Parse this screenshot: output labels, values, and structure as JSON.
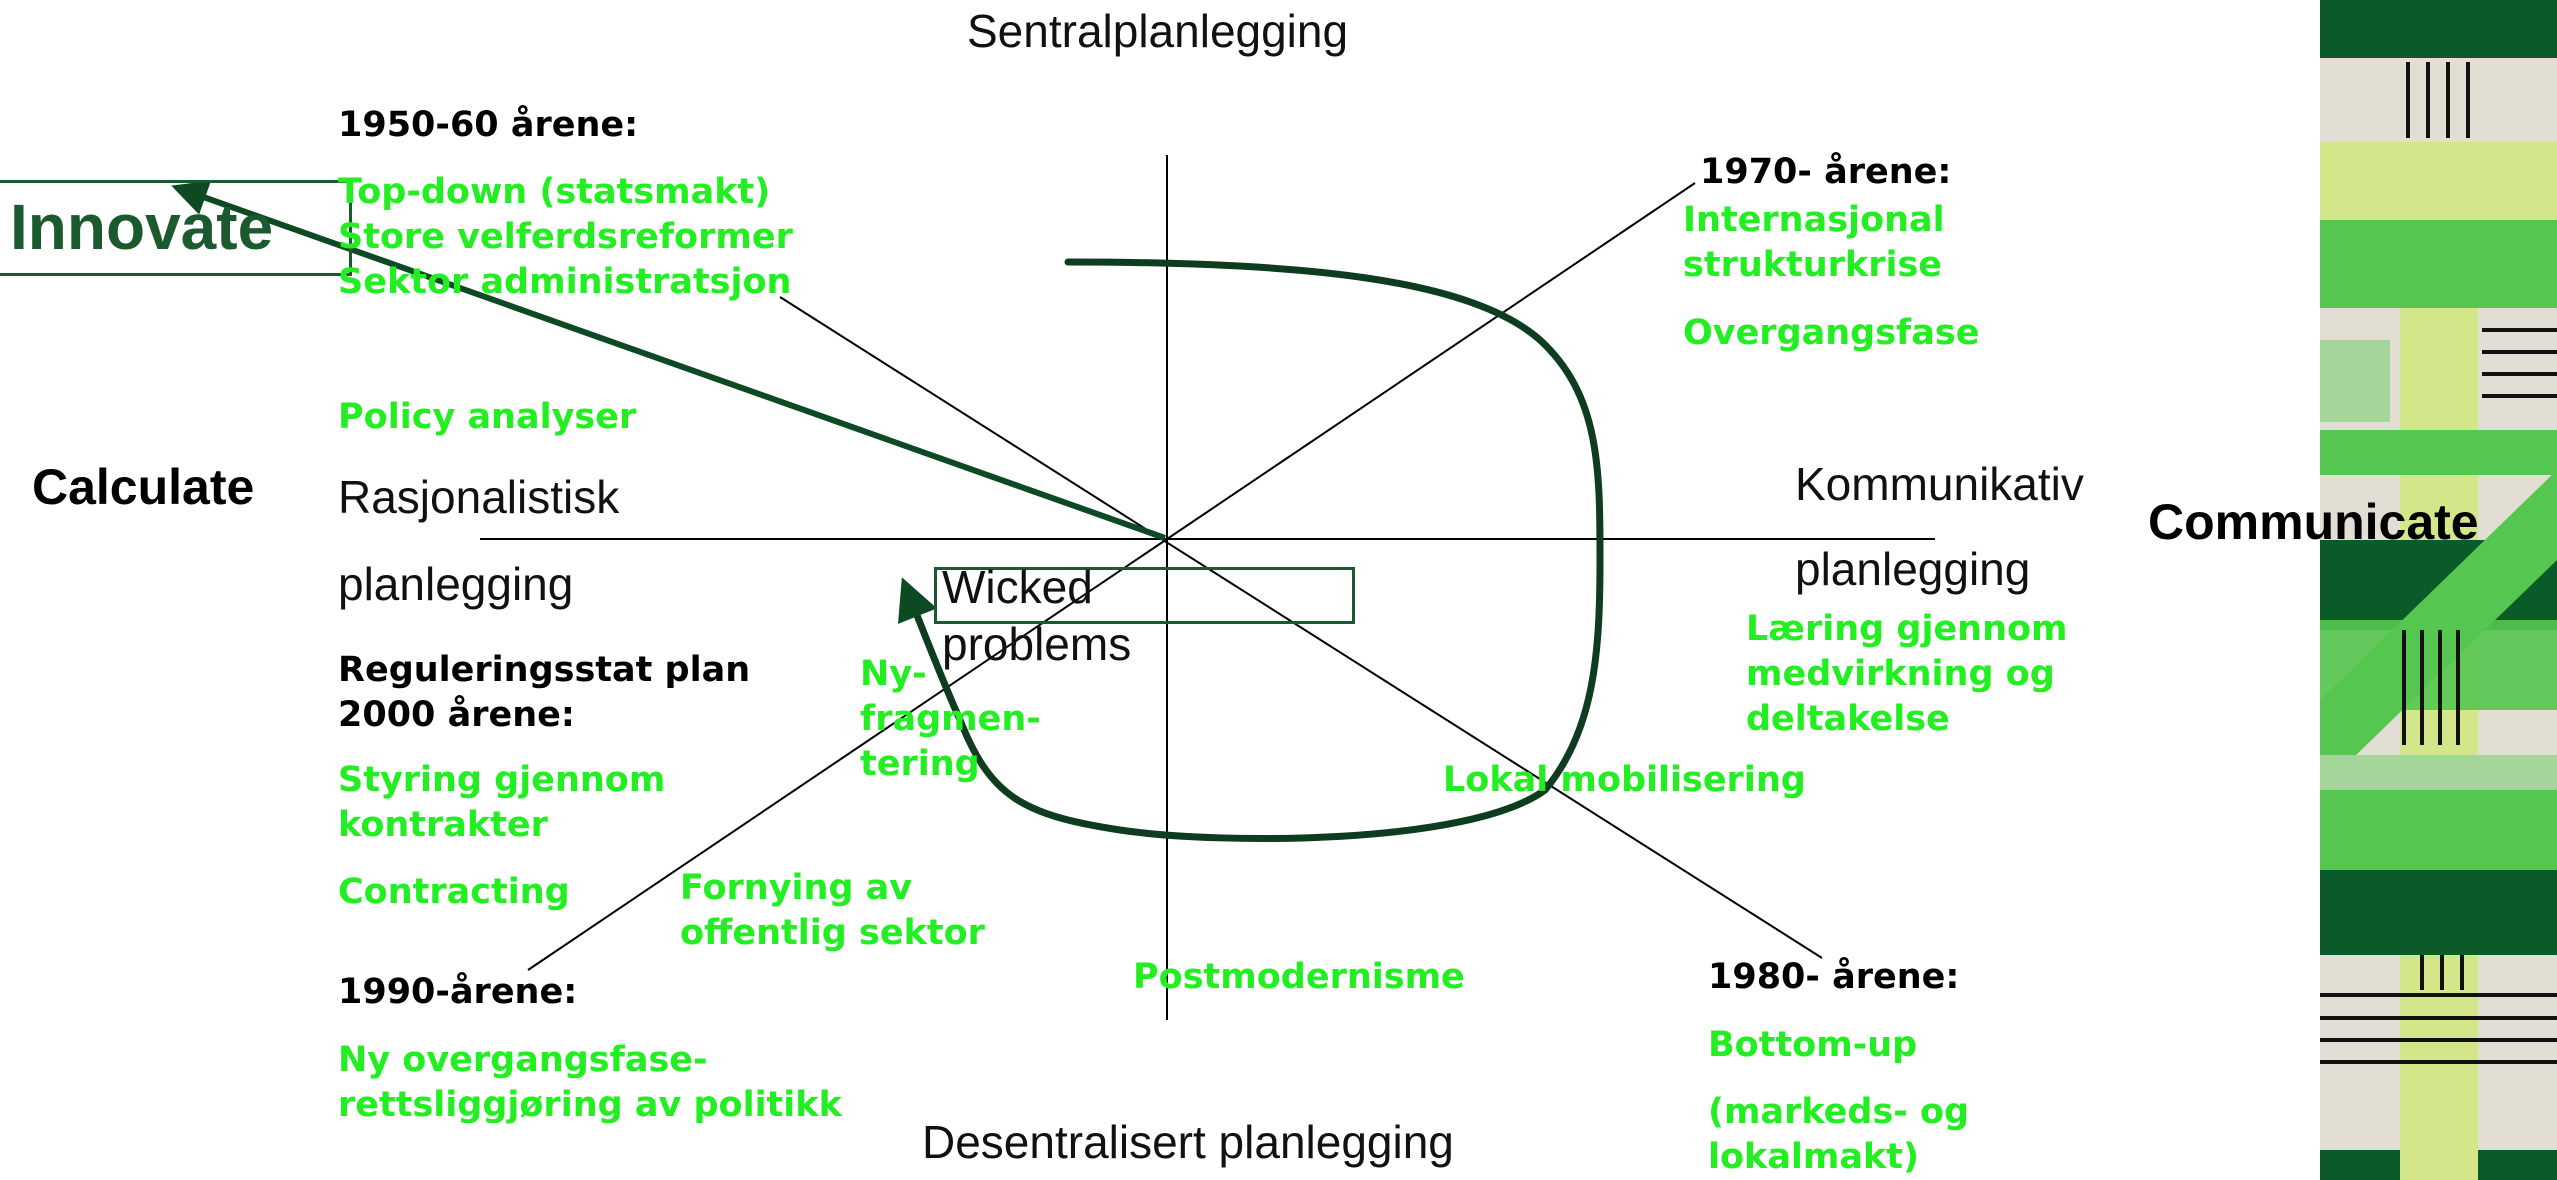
{
  "colors": {
    "green_text": "#22ee22",
    "dark_green": "#0b5a2a",
    "cycle_line": "#0d3d1e"
  },
  "labels": {
    "top_axis": "Sentralplanlegging",
    "bottom_axis": "Desentralisert planlegging",
    "left_axis_line1": "Rasjonalistisk",
    "left_axis_line2": "planlegging",
    "right_axis_line1": "Kommunikativ",
    "right_axis_line2": "planlegging",
    "calculate": "Calculate",
    "communicate": "Communicate",
    "innovate": "Innovate",
    "wicked_line1": "Wicked",
    "wicked_line2": "problems"
  },
  "eras": {
    "e1950": {
      "title": "1950-60 årene:",
      "items": [
        "Top-down (statsmakt)",
        "Store velferdsreformer",
        "Sektor administratsjon"
      ],
      "extra": "Policy analyser"
    },
    "e1970": {
      "title": "1970- årene:",
      "items": [
        "Internasjonal",
        "strukturkrise"
      ],
      "extra": "Overgangsfase"
    },
    "e1980": {
      "title": "1980- årene:",
      "items": [
        "Bottom-up"
      ],
      "extra_lines": [
        "(markeds- og",
        "lokalmakt)"
      ]
    },
    "e1990": {
      "title": "1990-årene:",
      "items": [
        "Ny overgangsfase-",
        "rettsliggjøring av politikk"
      ]
    },
    "e2000": {
      "title_lines": [
        "Reguleringsstat plan",
        "2000 årene:"
      ],
      "items": [
        "Styring gjennom",
        "kontrakter"
      ],
      "extra": "Contracting"
    }
  },
  "green_notes": {
    "laering": [
      "Læring gjennom",
      "medvirkning og",
      "deltakelse"
    ],
    "lokal": "Lokal mobilisering",
    "postmodernisme": "Postmodernisme",
    "fornying": [
      "Fornying av",
      "offentlig sektor"
    ],
    "ny_frag": [
      "Ny-",
      "fragmen-",
      "tering"
    ]
  },
  "decor": {
    "band": "green-stripe-pattern"
  }
}
